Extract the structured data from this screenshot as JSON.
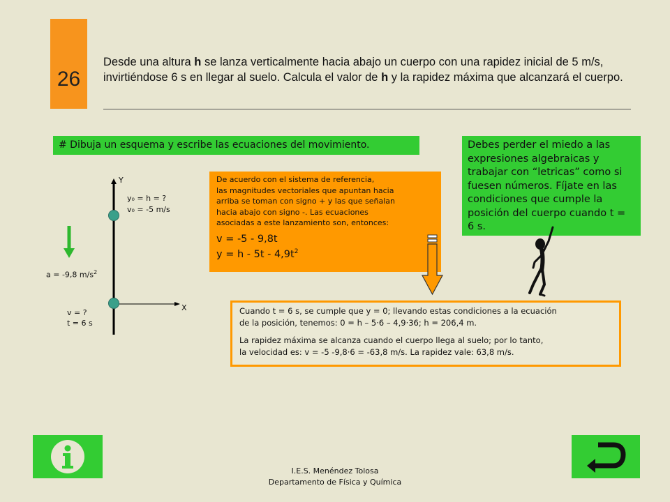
{
  "slide": {
    "number": "26",
    "statement": {
      "p1": "Desde una altura ",
      "h1": "h",
      "p2": " se lanza verticalmente hacia abajo un cuerpo con una rapidez inicial de 5 m/s, invirtiéndose 6 s en llegar al suelo. Calcula el valor de ",
      "h2": "h",
      "p3": " y la rapidez máxima que alcanzará el cuerpo."
    }
  },
  "task": "# Dibuja un esquema y escribe las ecuaciones del movimiento.",
  "hint": "Debes perder el miedo a las expresiones algebraicas y trabajar con “letricas” como si fuesen números. Fíjate en las condiciones que cumple la posición del cuerpo cuando t = 6 s.",
  "diagram": {
    "axis_y": "Y",
    "axis_x": "X",
    "top_line1": "y₀ = h = ?",
    "top_line2": "v₀ = -5 m/s",
    "accel_text": "a = -9,8 m/s",
    "accel_exp": "2",
    "bottom_line1": "v = ?",
    "bottom_line2": "t = 6 s",
    "colors": {
      "arrow": "#2eb82e",
      "ball": "#3aa08a",
      "axis": "#000000"
    }
  },
  "reference": {
    "lines": [
      "De acuerdo con el sistema de referencia,",
      "las magnitudes vectoriales que apuntan hacia",
      "arriba se toman con signo + y las que señalan",
      "hacia abajo con signo -. Las ecuaciones",
      "asociadas a este lanzamiento son, entonces:"
    ],
    "eq1": "v = -5 - 9,8t",
    "eq2_main": "y = h - 5t - 4,9t",
    "eq2_exp": "2"
  },
  "result": {
    "p1_line1": "Cuando t = 6 s, se cumple que y = 0; llevando estas condiciones a la ecuación",
    "p1_line2": "de la posición, tenemos: 0 = h – 5·6 – 4,9·36; h = 206,4 m.",
    "p2_line1": "La rapidez máxima se alcanza cuando el cuerpo llega al suelo; por lo tanto,",
    "p2_line2": "la velocidad es: v = -5 -9,8·6 = -63,8 m/s. La rapidez vale: 63,8 m/s."
  },
  "footer": {
    "line1": "I.E.S. Menéndez Tolosa",
    "line2": "Departamento de Física y Química"
  },
  "colors": {
    "background": "#e8e6d1",
    "orange": "#ff9900",
    "green": "#33cc33"
  }
}
